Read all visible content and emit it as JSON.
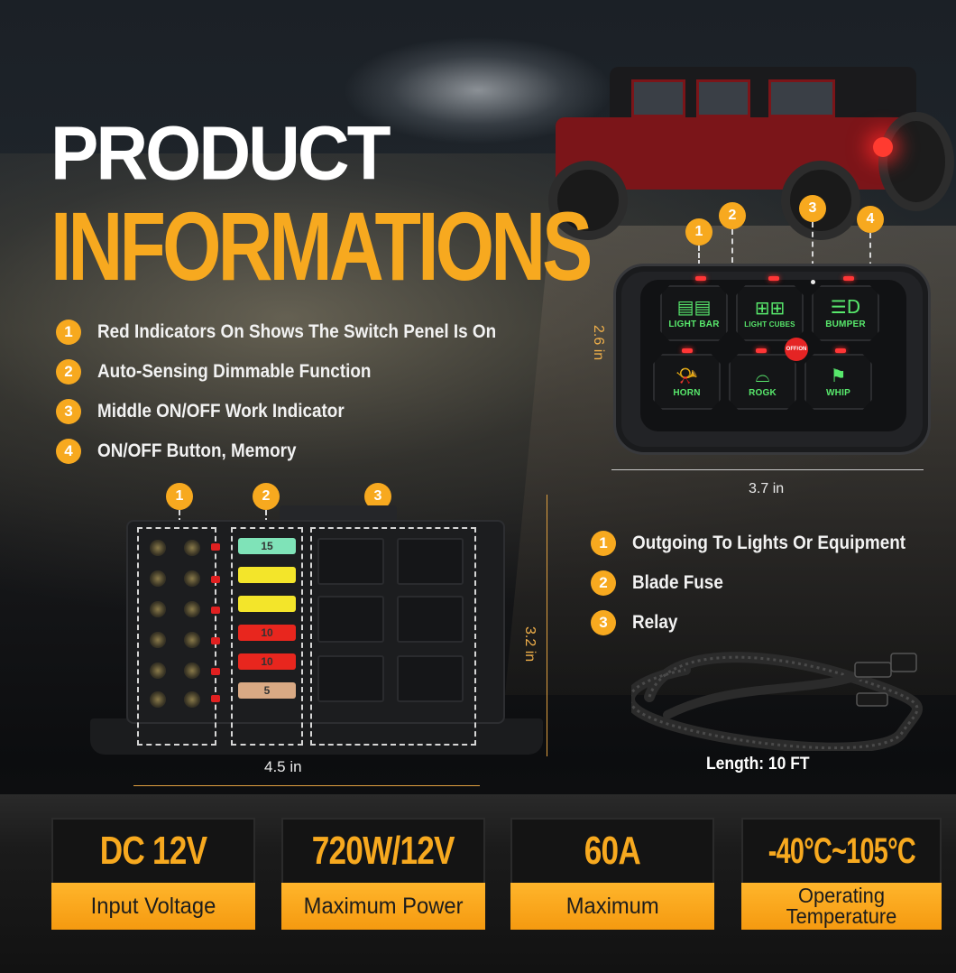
{
  "headline": {
    "line1": "PRODUCT",
    "line2": "INFORMATIONS"
  },
  "panel_features": [
    {
      "num": "1",
      "text": "Red Indicators On Shows The Switch Penel Is On"
    },
    {
      "num": "2",
      "text": "Auto-Sensing Dimmable Function"
    },
    {
      "num": "3",
      "text": "Middle ON/OFF Work Indicator"
    },
    {
      "num": "4",
      "text": "ON/OFF Button, Memory"
    }
  ],
  "panel": {
    "callouts": [
      "1",
      "2",
      "3",
      "4"
    ],
    "keys": [
      {
        "label": "LIGHT BAR",
        "icon": "light-bar-icon"
      },
      {
        "label": "LIGHT CUBES",
        "icon": "light-cubes-icon"
      },
      {
        "label": "BUMPER",
        "icon": "bumper-light-icon"
      },
      {
        "label": "HORN",
        "icon": "horn-icon"
      },
      {
        "label": "ROGK",
        "icon": "rock-light-icon"
      },
      {
        "label": "WHIP",
        "icon": "whip-flag-icon"
      }
    ],
    "onoff_label": "OFF/ON",
    "height": "2.6 in",
    "width": "3.7 in"
  },
  "fusebox": {
    "callouts": [
      "1",
      "2",
      "3"
    ],
    "fuses": [
      {
        "rating": "15",
        "color": "#7fe3b8"
      },
      {
        "rating": "",
        "color": "#f3e52a"
      },
      {
        "rating": "",
        "color": "#f3e52a"
      },
      {
        "rating": "10",
        "color": "#e8261e"
      },
      {
        "rating": "10",
        "color": "#e8261e"
      },
      {
        "rating": "5",
        "color": "#d9a984"
      }
    ],
    "height": "3.2 in",
    "width": "4.5 in"
  },
  "fusebox_features": [
    {
      "num": "1",
      "text": "Outgoing To Lights Or Equipment"
    },
    {
      "num": "2",
      "text": "Blade Fuse"
    },
    {
      "num": "3",
      "text": "Relay"
    }
  ],
  "harness": {
    "length_label": "Length: 10 FT"
  },
  "specs": [
    {
      "value": "DC 12V",
      "label": "Input Voltage"
    },
    {
      "value": "720W/12V",
      "label": "Maximum Power"
    },
    {
      "value": "60A",
      "label": "Maximum"
    },
    {
      "value": "-40°C~105°C",
      "label": "Operating Temperature"
    }
  ],
  "colors": {
    "accent": "#f7a91f",
    "key_glow": "#58e86c",
    "indicator_red": "#ff3636"
  }
}
